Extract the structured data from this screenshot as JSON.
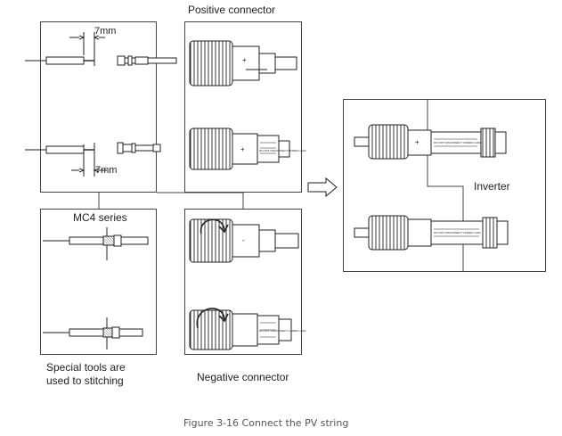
{
  "labels": {
    "positive_connector": "Positive connector",
    "negative_connector": "Negative connector",
    "strip_top": "7mm",
    "strip_bottom": "7mm",
    "mc4_series": "MC4 series",
    "special_tools_line1": "Special tools are",
    "special_tools_line2": "used to stitching",
    "inverter": "Inverter",
    "plug_marking": "DO NOT DISCONNECT UNDER LOAD",
    "plus_sign": "+",
    "minus_sign": "-"
  },
  "caption": "Figure 3-16 Connect the PV string",
  "icons": {
    "process_arrow": "hollow-right-arrow",
    "tightening_arrow": "curved-rotation-arrow"
  }
}
